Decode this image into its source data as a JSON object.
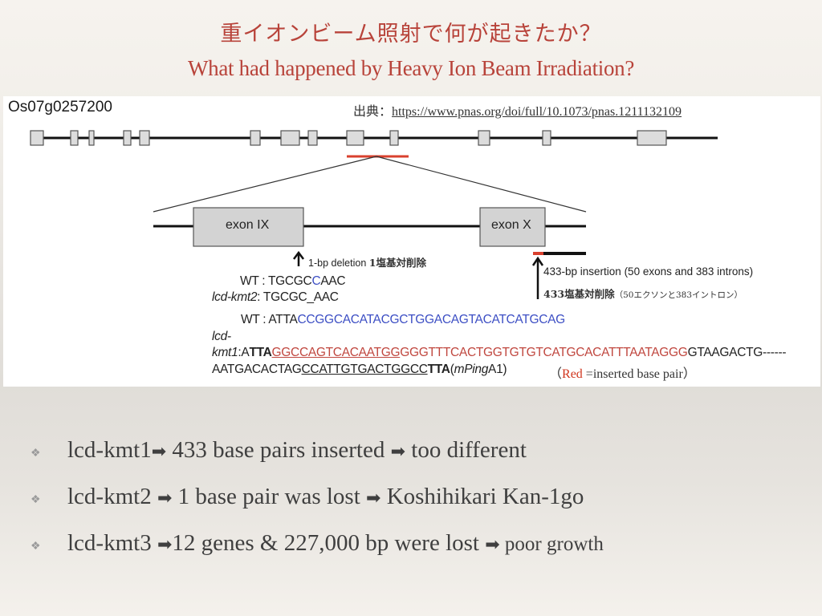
{
  "slide": {
    "title_jp": "重イオンビーム照射で何が起きたか？",
    "title_en": "What had happened by Heavy Ion Beam Irradiation?"
  },
  "figure": {
    "gene_id": "Os07g0257200",
    "source_label": "出典：",
    "source_url": "https://www.pnas.org/doi/full/10.1073/pnas.1211132109",
    "exons": [
      {
        "label": "exon IX"
      },
      {
        "label": "exon X"
      }
    ],
    "deletion_note_en": "1-bp deletion",
    "deletion_note_jp": "1塩基対削除",
    "wt_short_label": "WT : ",
    "wt_short_seq": [
      "TGCGC",
      "C",
      "AAC"
    ],
    "kmt2_label": "lcd-kmt2",
    "kmt2_seq": ": TGCGC_AAC",
    "insertion_note_en": "433-bp insertion (50 exons and  383 introns)",
    "insertion_note_jp": "433塩基対削除",
    "insertion_note_jp_paren": "（50エクソンと383イントロン）",
    "wt_long_label": "WT : ",
    "wt_long_seq": [
      "ATTA",
      "CCGGCACATACGCTGGACAGTACATCATGCAG"
    ],
    "kmt1_label_line1": "lcd-",
    "kmt1_label_line2": "kmt1",
    "kmt1_seq": [
      ":A",
      "TTA",
      "GGCCAGTCACAATGG",
      "GGGTTTCACTGGTGTGTCATGCACATTTAATAGGG",
      "GTAAGACTG------"
    ],
    "kmt1_seq2": [
      "AATGACACTAG",
      "CCATTGTGACTGGCC",
      "TTA",
      "(",
      "mPing",
      "A1)"
    ],
    "legend_open": "（",
    "legend_red": "Red",
    "legend_rest": " =inserted base pair）",
    "colors": {
      "deleted_base": "#3d4fc4",
      "inserted": "#c0473f",
      "highlight_bar": "#d9402e"
    }
  },
  "bullets": [
    {
      "prefix": "lcd-kmt1",
      "arrow1": "➡",
      "mid": " 433 base pairs inserted ",
      "arrow2": "➡",
      "end": " too different"
    },
    {
      "prefix": "lcd-kmt2 ",
      "arrow1": "➡",
      "mid": " 1 base pair was lost ",
      "arrow2": "➡",
      "end": " Koshihikari Kan-1go"
    },
    {
      "prefix": "lcd-kmt3 ",
      "arrow1": "➡",
      "mid": "12 genes & 227,000 bp were lost ",
      "arrow2": "➡",
      "end": " poor growth"
    }
  ],
  "theme": {
    "title_color": "#b8433a",
    "bullet_mark": "❖"
  }
}
